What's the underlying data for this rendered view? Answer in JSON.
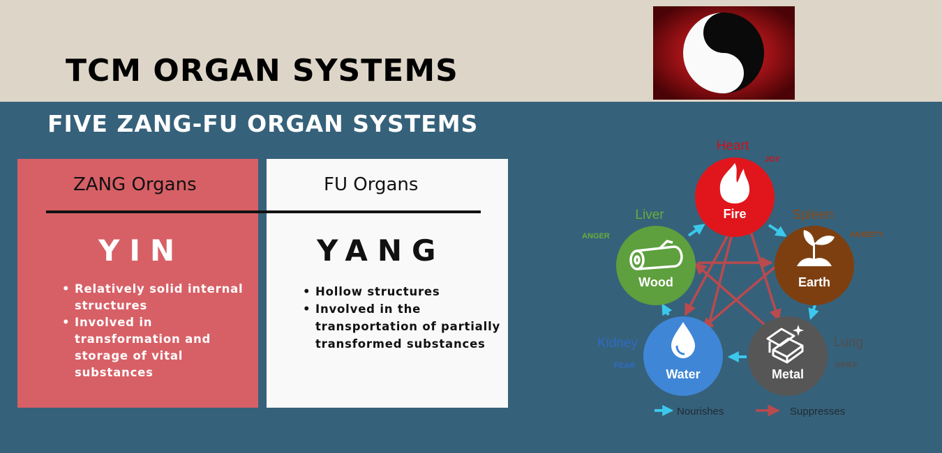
{
  "header": {
    "title": "TCM ORGAN SYSTEMS",
    "subtitle": "FIVE ZANG-FU ORGAN SYSTEMS"
  },
  "zang": {
    "heading": "ZANG Organs",
    "word": "YIN",
    "bullets": [
      "Relatively solid internal structures",
      "Involved in transformation and storage of vital substances"
    ]
  },
  "fu": {
    "heading": "FU Organs",
    "word": "YANG",
    "bullets": [
      "Hollow structures",
      "Involved in the transportation of partially transformed substances"
    ]
  },
  "five_elements": {
    "fire": {
      "element": "Fire",
      "organ": "Heart",
      "emotion": "JOY",
      "color": "#e0161c",
      "organ_color": "#d0101a"
    },
    "earth": {
      "element": "Earth",
      "organ": "Spleen",
      "emotion": "ANXIETY",
      "color": "#7e3f10",
      "organ_color": "#8a4a1a"
    },
    "metal": {
      "element": "Metal",
      "organ": "Lung",
      "emotion": "GRIEF",
      "color": "#565656",
      "organ_color": "#4f4f4f"
    },
    "water": {
      "element": "Water",
      "organ": "Kidney",
      "emotion": "FEAR",
      "color": "#3f86d6",
      "organ_color": "#2e6cc4"
    },
    "wood": {
      "element": "Wood",
      "organ": "Liver",
      "emotion": "ANGER",
      "color": "#5e9f3e",
      "organ_color": "#6cab3c"
    }
  },
  "legend": {
    "nourishes": "Nourishes",
    "suppresses": "Suppresses",
    "nourish_color": "#3cc8ec",
    "suppress_color": "#b94a4e"
  },
  "colors": {
    "top_band": "#ddd6c8",
    "background": "#36617a",
    "zang_panel": "#d76066",
    "fu_panel": "#f9f9f9"
  }
}
